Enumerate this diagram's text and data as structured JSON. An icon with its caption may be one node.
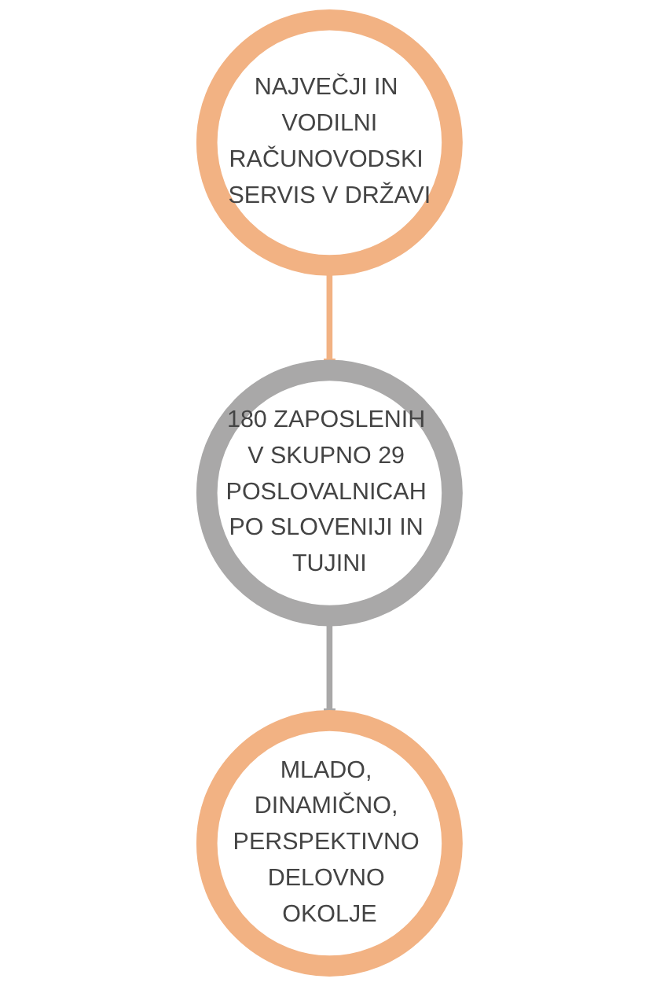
{
  "diagram": {
    "nodes": [
      {
        "text": [
          "NAJVEČJI IN VODILNI",
          "RAČUNOVODSKI SERVIS V DRŽAVI"
        ]
      },
      {
        "text": [
          "180 ZAPOSLENIH V SKUPNO 29 POSLOVALNICAH PO SLOVENIJI IN TUJINI"
        ]
      },
      {
        "text": [
          "MLADO, DINAMIČNO, PERSPEKTIVNO DELOVNO OKOLJE"
        ]
      }
    ],
    "edges": [
      {
        "from": 0,
        "to": 1,
        "arrow": "to",
        "color": "#f2b283"
      },
      {
        "from": 1,
        "to": 2,
        "arrow": "to",
        "color": "#a9a8a8"
      }
    ]
  }
}
